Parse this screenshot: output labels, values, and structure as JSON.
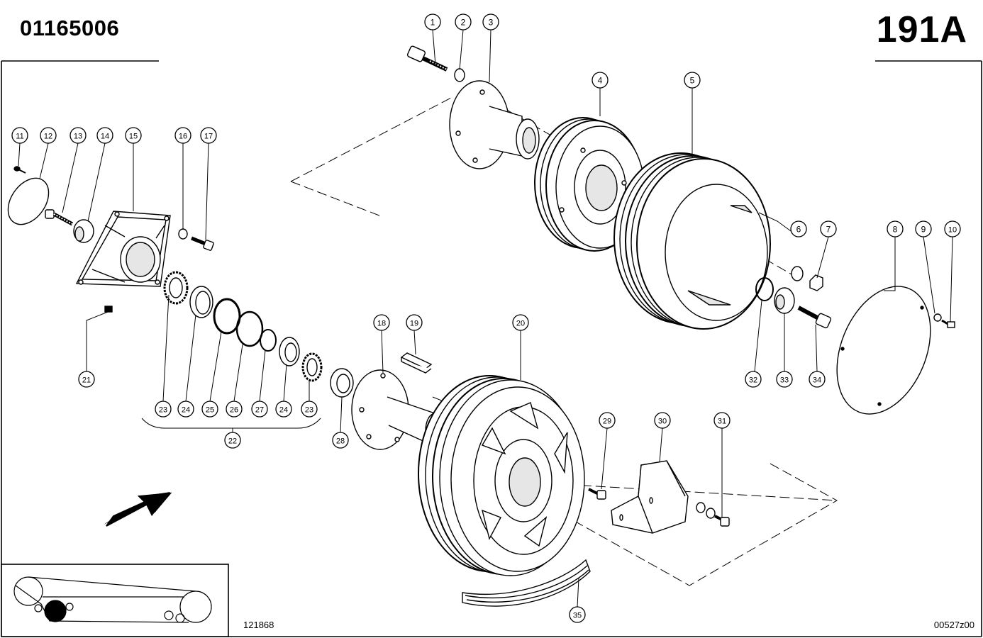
{
  "header": {
    "document_number": "01165006",
    "page_number": "191A"
  },
  "footer": {
    "reference_left": "121868",
    "reference_right": "00527z00"
  },
  "callouts": [
    {
      "label": "1"
    },
    {
      "label": "2"
    },
    {
      "label": "3"
    },
    {
      "label": "4"
    },
    {
      "label": "5"
    },
    {
      "label": "6"
    },
    {
      "label": "7"
    },
    {
      "label": "8"
    },
    {
      "label": "9"
    },
    {
      "label": "10"
    },
    {
      "label": "11"
    },
    {
      "label": "12"
    },
    {
      "label": "13"
    },
    {
      "label": "14"
    },
    {
      "label": "15"
    },
    {
      "label": "16"
    },
    {
      "label": "17"
    },
    {
      "label": "18"
    },
    {
      "label": "19"
    },
    {
      "label": "20"
    },
    {
      "label": "21"
    },
    {
      "label": "22"
    },
    {
      "label": "23"
    },
    {
      "label": "24"
    },
    {
      "label": "25"
    },
    {
      "label": "26"
    },
    {
      "label": "27"
    },
    {
      "label": "24"
    },
    {
      "label": "23"
    },
    {
      "label": "28"
    },
    {
      "label": "29"
    },
    {
      "label": "30"
    },
    {
      "label": "31"
    },
    {
      "label": "32"
    },
    {
      "label": "33"
    },
    {
      "label": "34"
    },
    {
      "label": "35"
    }
  ],
  "colors": {
    "ink": "#000000",
    "paper": "#ffffff",
    "shade": "#d8d8d8"
  },
  "icons": {
    "direction_arrow": "arrow-up-right-icon",
    "belt_layout": "belt-drive-schematic-icon"
  }
}
